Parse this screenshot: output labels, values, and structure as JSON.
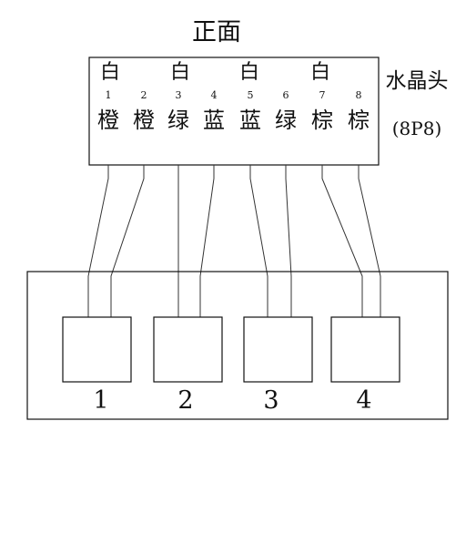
{
  "title": "正面",
  "connector": {
    "label": "水晶头",
    "type_label": "(8P8)",
    "white_marks": [
      "白",
      "白",
      "白",
      "白"
    ],
    "pins": [
      {
        "number": "1",
        "color": "橙"
      },
      {
        "number": "2",
        "color": "橙"
      },
      {
        "number": "3",
        "color": "绿"
      },
      {
        "number": "4",
        "color": "蓝"
      },
      {
        "number": "5",
        "color": "蓝"
      },
      {
        "number": "6",
        "color": "绿"
      },
      {
        "number": "7",
        "color": "棕"
      },
      {
        "number": "8",
        "color": "棕"
      }
    ]
  },
  "ports": [
    {
      "label": "1"
    },
    {
      "label": "2"
    },
    {
      "label": "3"
    },
    {
      "label": "4"
    }
  ]
}
